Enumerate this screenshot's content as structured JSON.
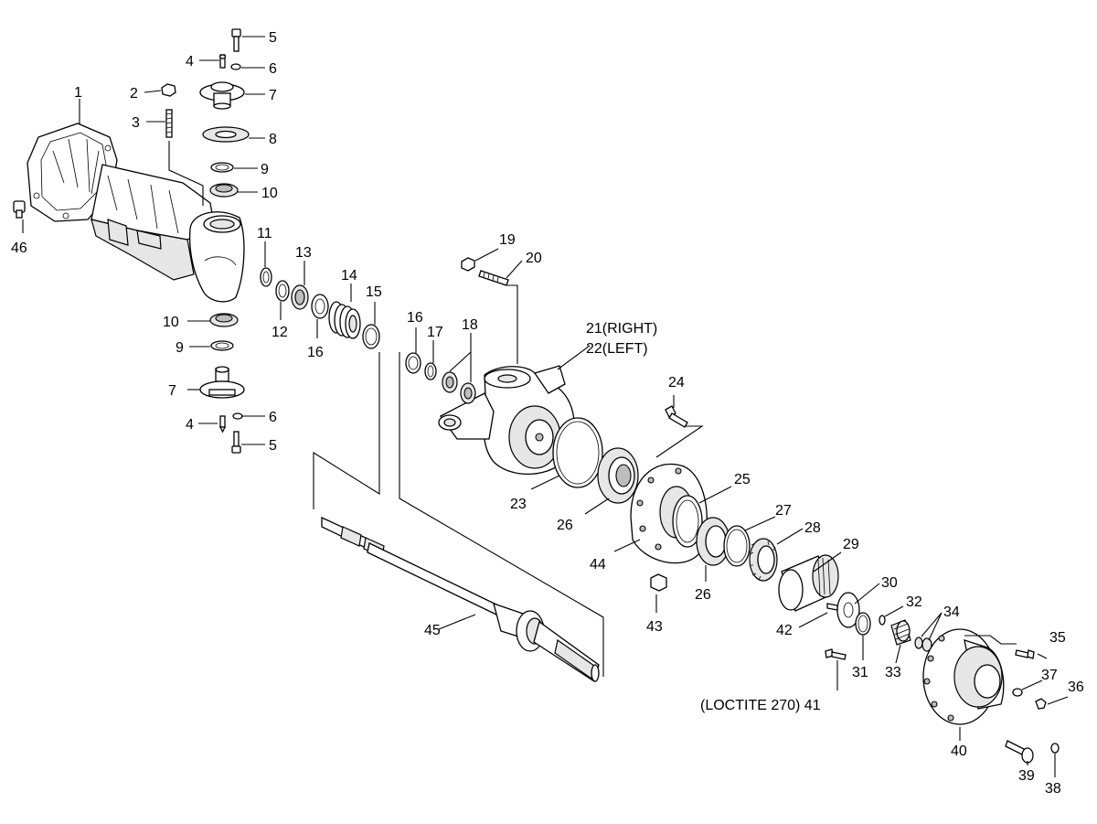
{
  "labels": {
    "l1": "1",
    "l2": "2",
    "l3": "3",
    "l4a": "4",
    "l4b": "4",
    "l5a": "5",
    "l5b": "5",
    "l6a": "6",
    "l6b": "6",
    "l7a": "7",
    "l7b": "7",
    "l8": "8",
    "l9a": "9",
    "l9b": "9",
    "l10a": "10",
    "l10b": "10",
    "l11": "11",
    "l12": "12",
    "l13": "13",
    "l14": "14",
    "l15": "15",
    "l16a": "16",
    "l16b": "16",
    "l17": "17",
    "l18": "18",
    "l19": "19",
    "l20": "20",
    "l21": "21(RIGHT)",
    "l22": "22(LEFT)",
    "l23": "23",
    "l24": "24",
    "l25": "25",
    "l26a": "26",
    "l26b": "26",
    "l27": "27",
    "l28": "28",
    "l29": "29",
    "l30": "30",
    "l31": "31",
    "l32": "32",
    "l33": "33",
    "l34": "34",
    "l35": "35",
    "l36": "36",
    "l37": "37",
    "l38": "38",
    "l39": "39",
    "l40": "40",
    "l41": "(LOCTITE 270) 41",
    "l42": "42",
    "l43": "43",
    "l44": "44",
    "l45": "45",
    "l46": "46"
  }
}
